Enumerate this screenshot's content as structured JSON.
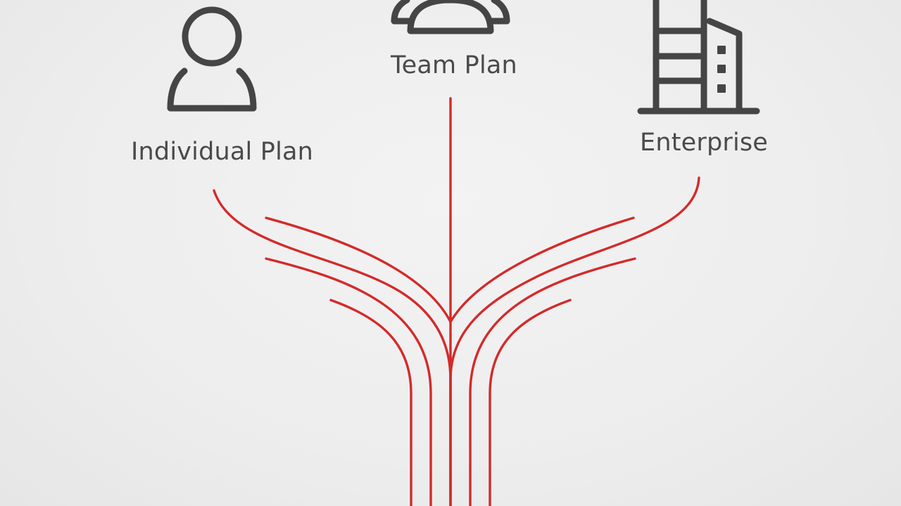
{
  "nodes": {
    "individual": {
      "label": "Individual Plan",
      "icon": "person-icon"
    },
    "team": {
      "label": "Team Plan",
      "icon": "team-icon"
    },
    "enterprise": {
      "label": "Enterprise",
      "icon": "building-icon"
    }
  },
  "colors": {
    "flow": "#d42a2a",
    "icon": "#454545",
    "text": "#4a4a4a",
    "background": "#efefef"
  }
}
